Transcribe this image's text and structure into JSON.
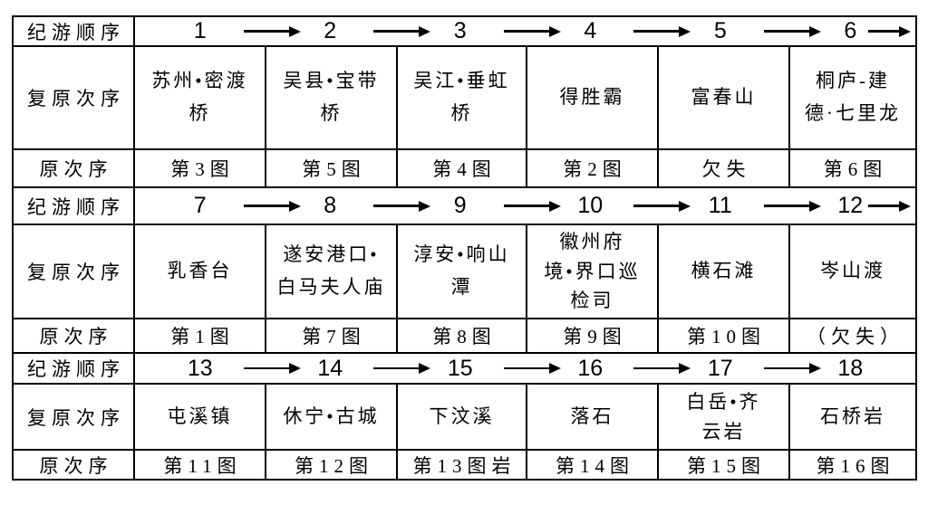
{
  "page": {
    "background": "#ffffff"
  },
  "table": {
    "border_color": "#000000",
    "text_color": "#000000",
    "arrow_icon": "→",
    "row_labels": {
      "journey": "纪游顺序",
      "restoration": "复原次序",
      "original": "原次序"
    },
    "groups": [
      {
        "journey_numbers": [
          "1",
          "2",
          "3",
          "4",
          "5",
          "6"
        ],
        "journey_trailing_arrow": true,
        "restoration": [
          "苏州•密渡\n桥",
          "吴县•宝带\n桥",
          "吴江•垂虹\n桥",
          "得胜霸",
          "富春山",
          "桐庐-建\n德·七里龙"
        ],
        "original": [
          "第3图",
          "第5图",
          "第4图",
          "第2图",
          "欠失",
          "第6图"
        ]
      },
      {
        "journey_numbers": [
          "7",
          "8",
          "9",
          "10",
          "11",
          "12"
        ],
        "journey_trailing_arrow": true,
        "restoration": [
          "乳香台",
          "遂安港口•\n白马夫人庙",
          "淳安•响山\n潭",
          "徽州府\n境•界口巡\n检司",
          "横石滩",
          "岑山渡"
        ],
        "original": [
          "第1图",
          "第7图",
          "第8图",
          "第9图",
          "第10图",
          "（欠失）"
        ]
      },
      {
        "journey_numbers": [
          "13",
          "14",
          "15",
          "16",
          "17",
          "18"
        ],
        "journey_trailing_arrow": false,
        "restoration": [
          "屯溪镇",
          "休宁•古城",
          "下汶溪",
          "落石",
          "白岳•齐\n云岩",
          "石桥岩"
        ],
        "original": [
          "第11图",
          "第12图",
          "第13图岩",
          "第14图",
          "第15图",
          "第16图"
        ]
      }
    ]
  }
}
